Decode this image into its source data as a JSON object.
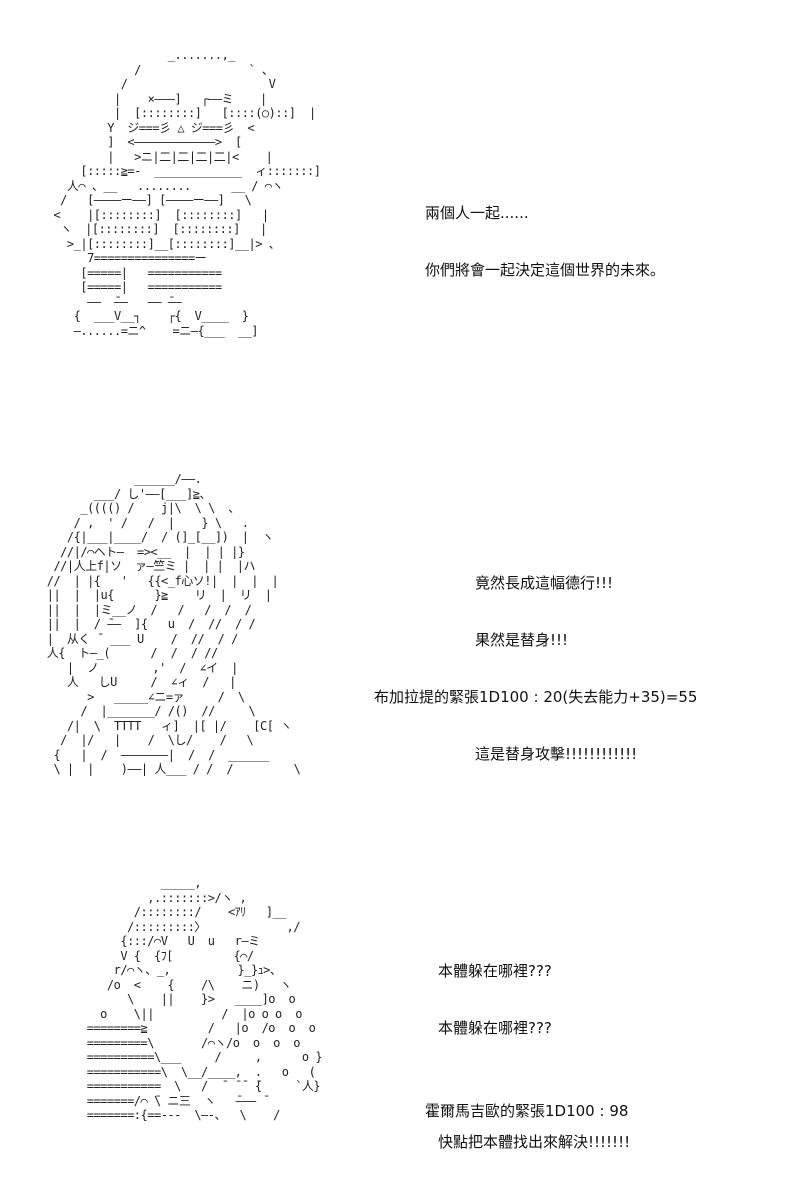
{
  "panel1": {
    "art": "                   _.......,_\n              /                ` 、\n            /                     V\n           |    ×―――]   ┌――ミ    |\n           |  [::::::::]   [::::(○)::]  |\n          Y  ジ===彡 △ ジ===彡  <\n          ]  <――――――――――――>  [\n          |   >ニ|二|二|二|二|<    |\n      [:::::≧=-  _____________  ィ:::::::]\n    人⌒ 、__   ........      __ / ⌒ヽ\n   /   [――――ー――] [――――ー――]   \\\n  <    |[::::::::]  [::::::::]   |\n   ヽ  |[::::::::]  [::::::::]   |\n    >_|[::::::::]__[::::::::]__|> 、\n       7===============ー\n      [=====|   ===========\n      [=====|   ===========\n       ――  ̄――   ―― ̄――\n     {  ___V__┐    ┌{  V____  }\n     ―......=ニ^    =ニ―{___  __]",
    "dialog": [
      "兩個人一起......",
      "你們將會一起決定這個世界的未來。"
    ]
  },
  "panel2": {
    "art": "              ______/――.\n        ___/ し'――[___]≧、\n      _(((() /    j|\\  \\ \\  、\n     / ,  ' /   /  |    } \\   .\n    /{|___|____/  / (]_[__])  |  ヽ\n   //|/⌒ヘト―  =><__  |  | | |}\n  //|人上f|ソ  ァ―竺ミ |  | |  |ハ\n //  | |{   '   {{<_f心ソ!|  |  |  |\n ||  |  |u{      }≧    リ  |  リ  |\n ||  |  |ミ__ノ  /   /   /  /  /\n ||  |  / ̄――  ]{   u  /  //  / /\n |  从く ̄  ___ U    /  //  / /\n 人{  ト―_(      /  /  / //\n    |  ノ        ,'  /  ∠イ  |\n    人   しU     /  ∠ィ  /   |\n       >   _____∠ニ=ァ     /  \\\n      /  |_______/ /()  //     \\\n    /|  \\  TTTT   ィ]  |[ |/    [C[ ヽ\n   /  |/   |    /  \\し/    /   \\\n  {   |  /  ―――――――|  /  /  ______\n  \\ |  |    )――| 人___ / /  /         \\",
    "dialog": [
      "竟然長成這幅德行!!!",
      "果然是替身!!!",
      "",
      "這是替身攻擊!!!!!!!!!!!!"
    ],
    "roll": "布加拉提的緊張1D100 : 20(失去能力+35)=55"
  },
  "panel3": {
    "art": "            _____,\n          ,.:::::::>/ヽ ,\n        /::::::::/    <ｱﾘ   ]__\n       /:::::::::〉            ,/\n      {:::/⌒V   U  u   r―ミ\n      V {  {ﾌ[         {⌒/\n     r/⌒ヽ、_,          }_}ｭ>、\n    /o  <    {    /\\    ニ)   ヽ\n       \\    ||    }>   ____]o  o\n   o    \\||          /  |o o o  o\n ========≧         /   |o  /o  o  o\n =========\\       /⌒ヽ/o  o  o  o\n ==========\\___     /     ,      o }\n ===========\\  \\__/____,  .   o   (\n ===========  \\   /  ̄  ̄ ̄  ̄{     `人}\n =======/⌒ ̄\\ ニ三  ヽ   ̄――― ̄\n =======:{==---  \\―-、  \\    /",
    "dialog": [
      "本體躲在哪裡???",
      "本體躲在哪裡???",
      "",
      "快點把本體找出來解決!!!!!!!"
    ],
    "roll": "霍爾馬吉歐的緊張1D100 : 98"
  }
}
